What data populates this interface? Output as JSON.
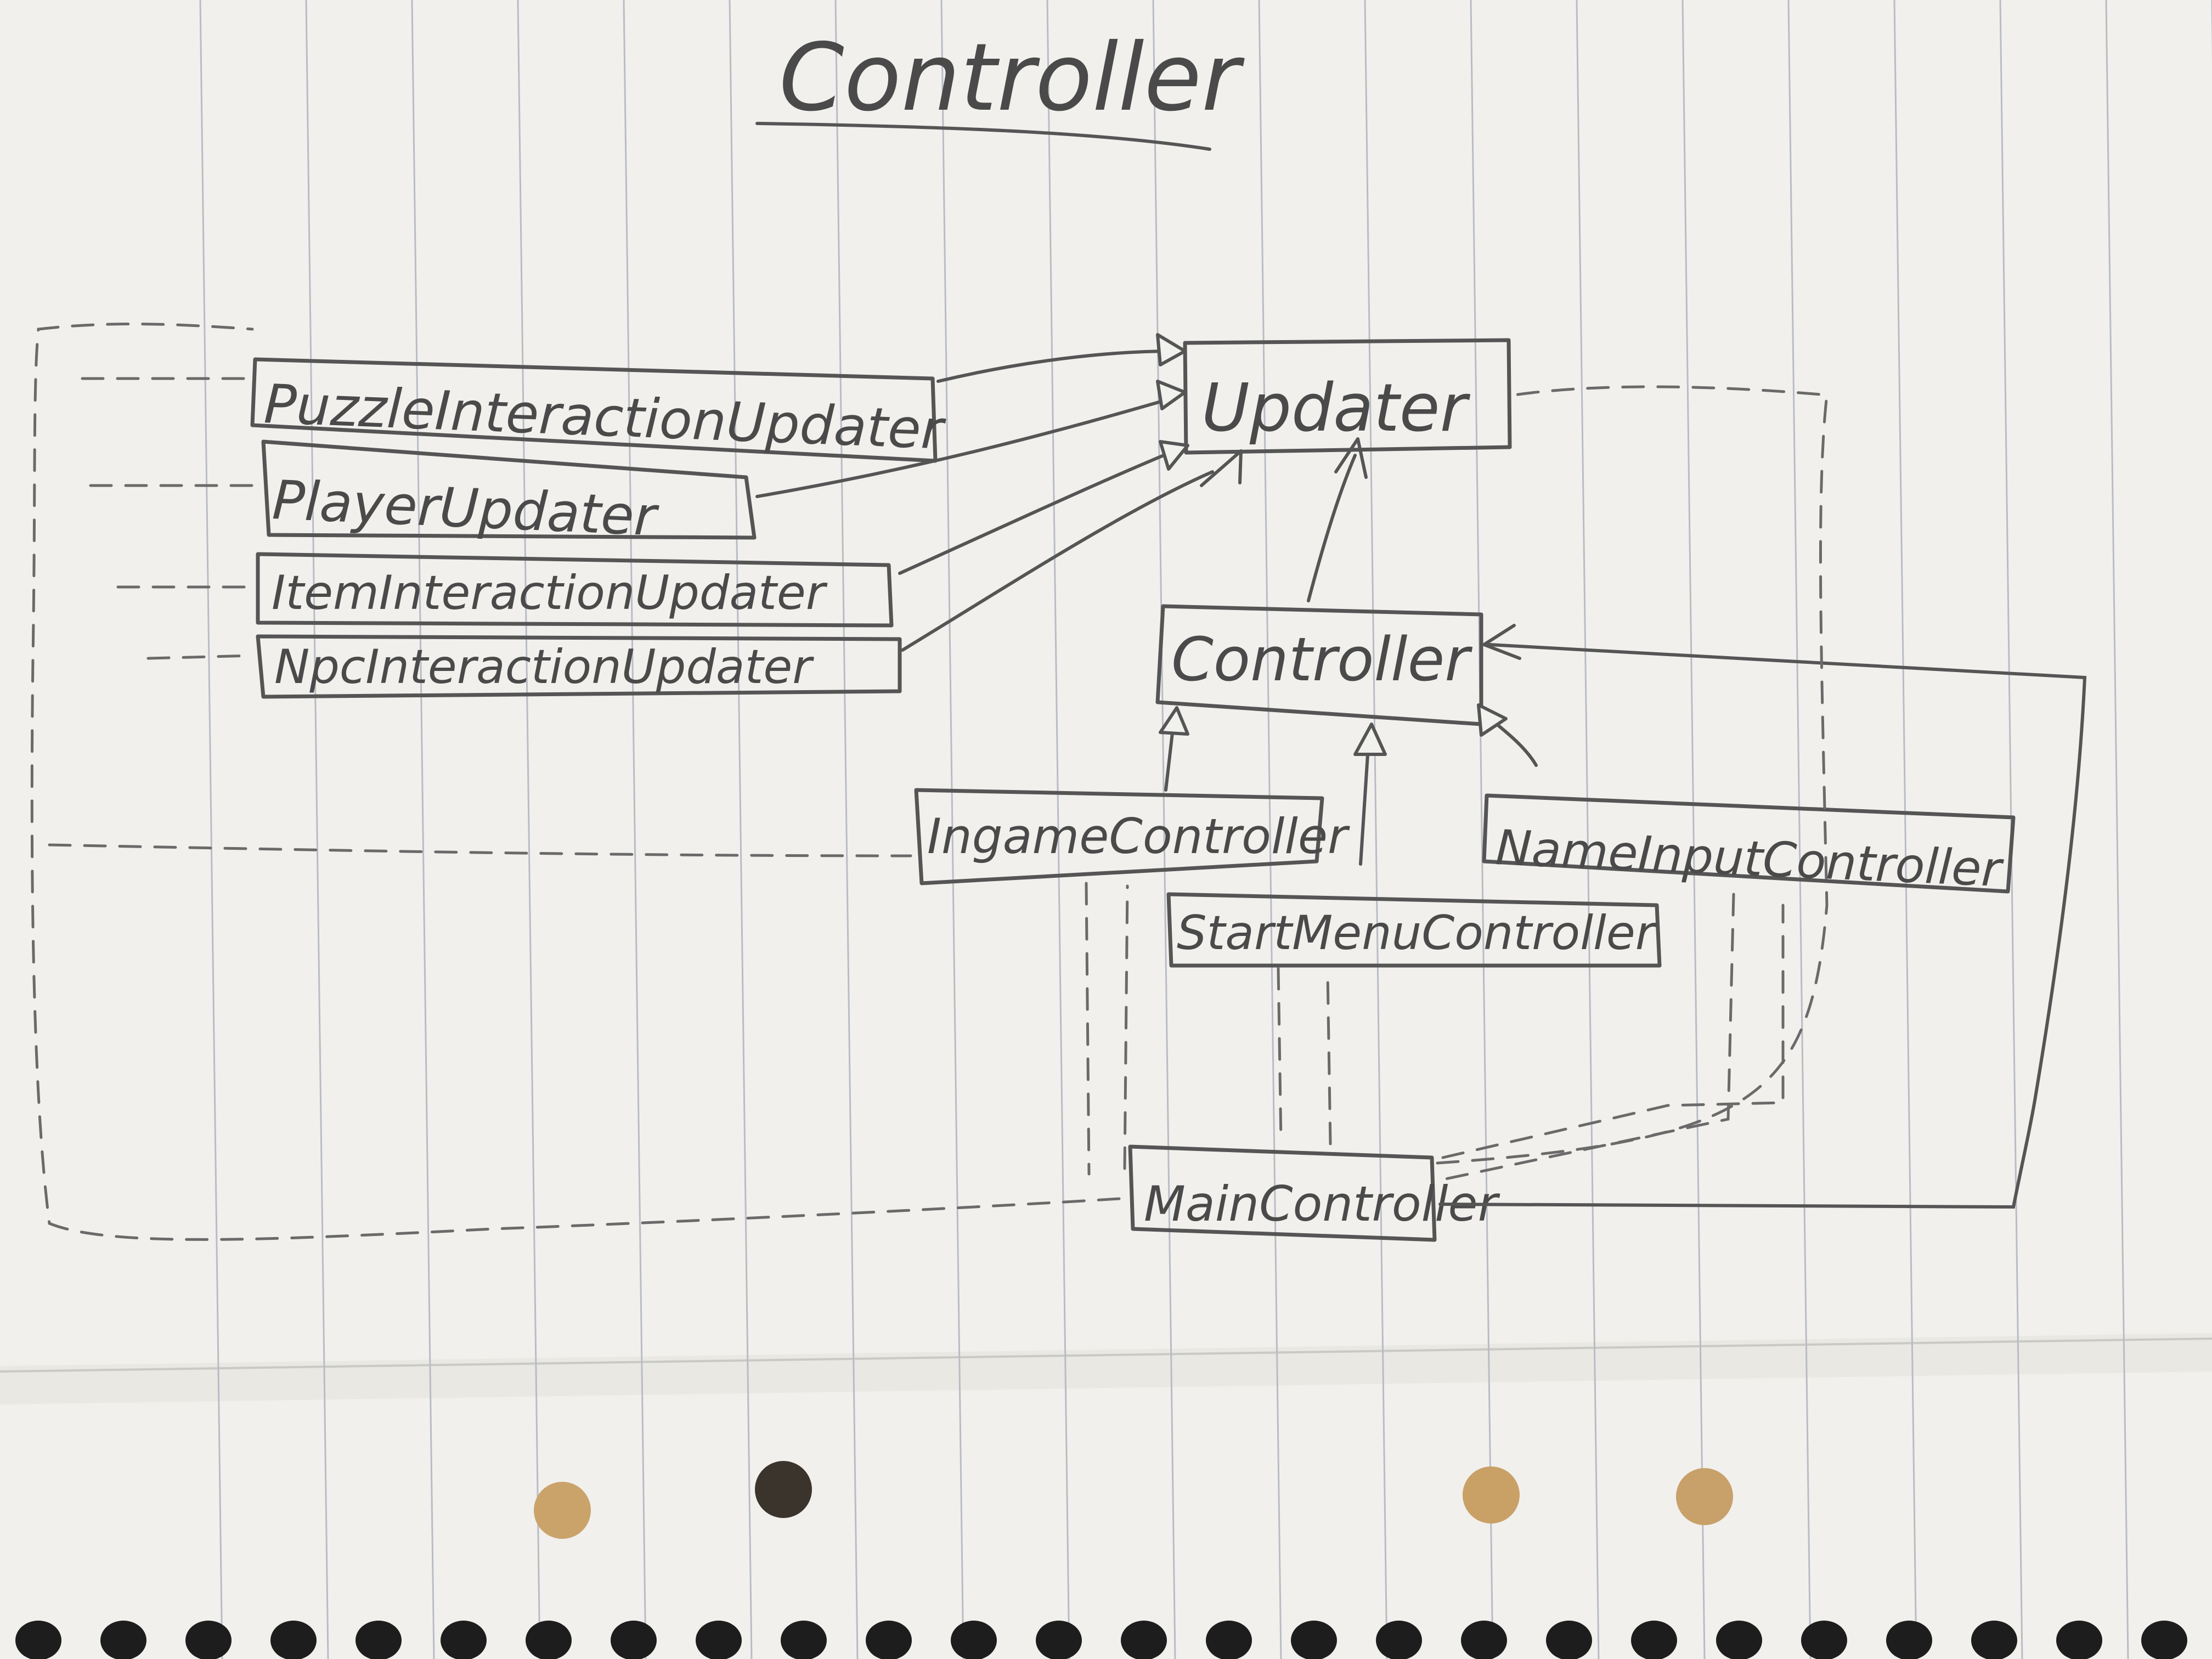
{
  "diagram": {
    "title": "Controller",
    "classes": [
      {
        "id": "updater",
        "label": "Updater"
      },
      {
        "id": "puzzle",
        "label": "PuzzleInteractionUpdater"
      },
      {
        "id": "player",
        "label": "PlayerUpdater"
      },
      {
        "id": "item",
        "label": "ItemInteractionUpdater"
      },
      {
        "id": "npc",
        "label": "NpcInteractionUpdater"
      },
      {
        "id": "controller",
        "label": "Controller"
      },
      {
        "id": "ingame",
        "label": "IngameController"
      },
      {
        "id": "nameinput",
        "label": "NameInputController"
      },
      {
        "id": "startmenu",
        "label": "StartMenuController"
      },
      {
        "id": "main",
        "label": "MainController"
      }
    ],
    "relations": [
      {
        "from": "puzzle",
        "to": "updater",
        "type": "realization"
      },
      {
        "from": "player",
        "to": "updater",
        "type": "realization"
      },
      {
        "from": "item",
        "to": "updater",
        "type": "realization"
      },
      {
        "from": "npc",
        "to": "updater",
        "type": "realization"
      },
      {
        "from": "controller",
        "to": "updater",
        "type": "association"
      },
      {
        "from": "ingame",
        "to": "controller",
        "type": "generalization"
      },
      {
        "from": "startmenu",
        "to": "controller",
        "type": "generalization"
      },
      {
        "from": "nameinput",
        "to": "controller",
        "type": "generalization"
      },
      {
        "from": "main",
        "to": "controller",
        "type": "association"
      },
      {
        "from": "main",
        "to": "puzzle",
        "type": "dependency"
      },
      {
        "from": "main",
        "to": "player",
        "type": "dependency"
      },
      {
        "from": "main",
        "to": "item",
        "type": "dependency"
      },
      {
        "from": "main",
        "to": "npc",
        "type": "dependency"
      },
      {
        "from": "main",
        "to": "updater",
        "type": "dependency"
      },
      {
        "from": "ingame",
        "to": "main",
        "type": "dependency"
      },
      {
        "from": "main",
        "to": "ingame",
        "type": "dependency"
      },
      {
        "from": "startmenu",
        "to": "main",
        "type": "dependency"
      },
      {
        "from": "main",
        "to": "startmenu",
        "type": "dependency"
      },
      {
        "from": "nameinput",
        "to": "main",
        "type": "dependency"
      },
      {
        "from": "main",
        "to": "nameinput",
        "type": "dependency"
      }
    ]
  }
}
